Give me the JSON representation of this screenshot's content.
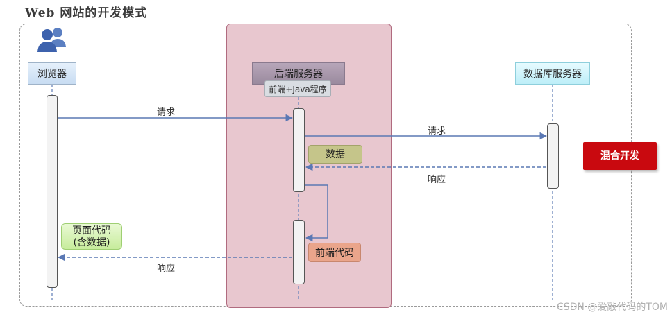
{
  "title": "Web 网站的开发模式",
  "participants": {
    "browser": "浏览器",
    "backend": "后端服务器",
    "backend_sub": "前端+Java程序",
    "database": "数据库服务器"
  },
  "messages": {
    "browser_request": "请求",
    "db_request": "请求",
    "db_response": "响应",
    "browser_response": "响应"
  },
  "tags": {
    "data": "数据",
    "frontend_code": "前端代码",
    "page_code_line1": "页面代码",
    "page_code_line2": "(含数据)"
  },
  "badge": "混合开发",
  "watermark": "CSDN @爱敲代码的TOM",
  "colors": {
    "arrow": "#5a78b4",
    "badge": "#c9090f",
    "server_zone": "#e8c7cf"
  },
  "icons": [
    "users-icon"
  ]
}
